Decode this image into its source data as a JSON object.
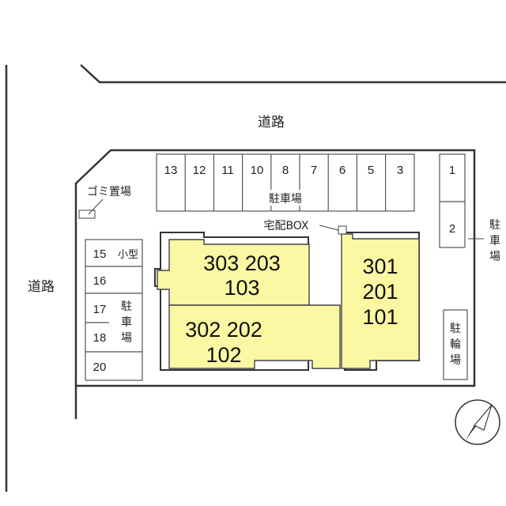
{
  "roads": {
    "top": "道路",
    "left": "道路"
  },
  "parking": {
    "top_row": [
      "13",
      "12",
      "11",
      "10",
      "8",
      "7",
      "6",
      "5",
      "3"
    ],
    "top_label": "駐車場",
    "right_slots": [
      "1",
      "2"
    ],
    "right_label": [
      "駐",
      "車",
      "場"
    ],
    "left_slots": [
      "15",
      "16",
      "17",
      "18",
      "20"
    ],
    "left_small": "小型",
    "left_label": [
      "駐",
      "車",
      "場"
    ]
  },
  "garbage": "ゴミ置場",
  "delivery_box": "宅配BOX",
  "bike_parking": [
    "駐",
    "輪",
    "場"
  ],
  "buildings": {
    "upper_left": {
      "row1": "303 203",
      "row2": "103"
    },
    "lower_left": {
      "row1": "302 202",
      "row2": "102"
    },
    "right": [
      "301",
      "201",
      "101"
    ]
  },
  "colors": {
    "building": "#fbf7a2",
    "line": "#333333"
  }
}
